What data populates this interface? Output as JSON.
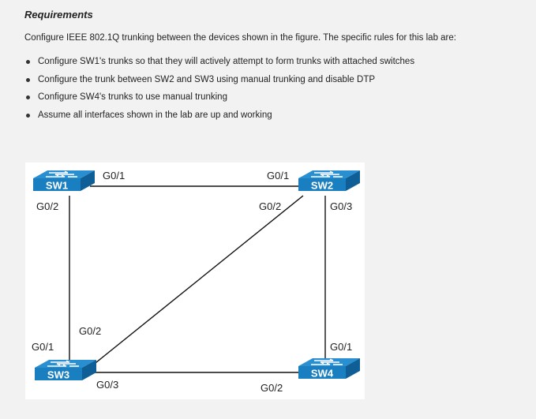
{
  "requirements": {
    "heading": "Requirements",
    "intro": "Configure IEEE 802.1Q trunking between the devices shown in the figure. The specific rules for this lab are:",
    "rules": [
      "Configure SW1's trunks so that they will actively attempt to form trunks with attached switches",
      "Configure the trunk between SW2 and SW3 using manual trunking and disable DTP",
      "Configure SW4's trunks to use manual trunking",
      "Assume all interfaces shown in the lab are up and working"
    ]
  },
  "figure": {
    "switches": {
      "sw1": "SW1",
      "sw2": "SW2",
      "sw3": "SW3",
      "sw4": "SW4"
    },
    "ports": {
      "sw1_g01": "G0/1",
      "sw1_g02": "G0/2",
      "sw2_g01": "G0/1",
      "sw2_g02": "G0/2",
      "sw2_g03": "G0/3",
      "sw3_g01": "G0/1",
      "sw3_g02": "G0/2",
      "sw3_g03": "G0/3",
      "sw4_g01": "G0/1",
      "sw4_g02": "G0/2"
    },
    "colors": {
      "switch_top": "#1a7fc1",
      "switch_side": "#0f5f96",
      "switch_label": "#ffffff",
      "link": "#111111"
    }
  }
}
